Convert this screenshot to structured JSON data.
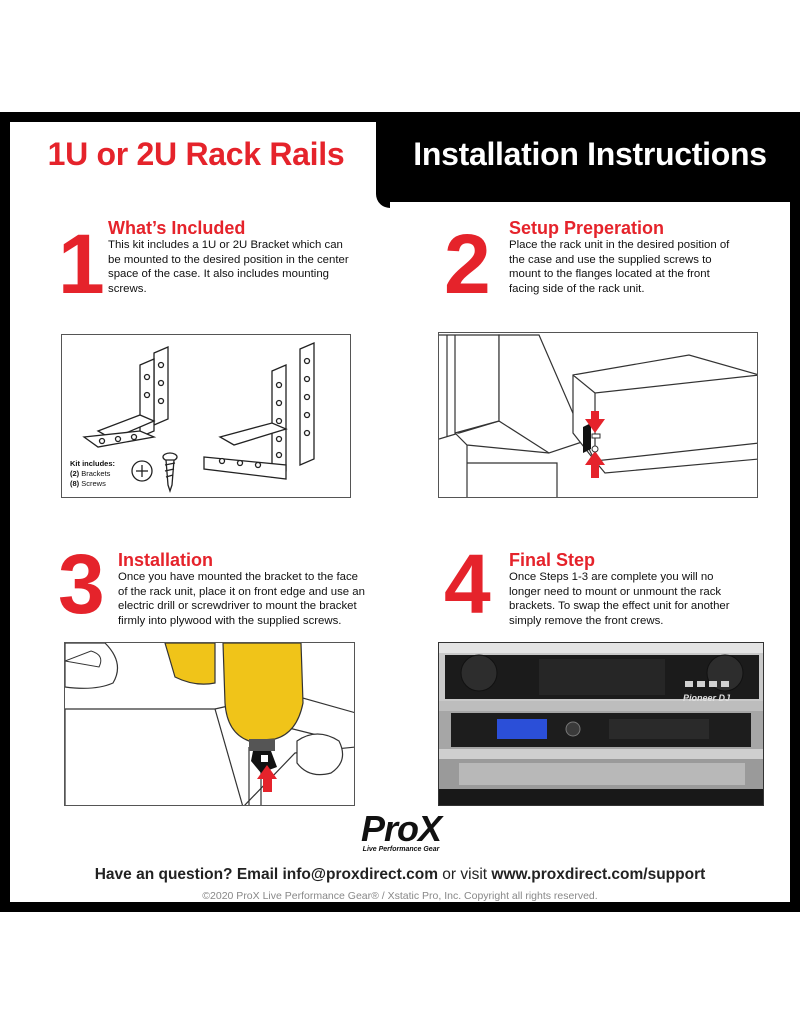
{
  "header": {
    "left_title": "1U or 2U Rack Rails",
    "right_title": "Installation Instructions"
  },
  "steps": [
    {
      "number": "1",
      "heading": "What’s Included",
      "text": "This kit includes a 1U or 2U Bracket which can be mounted to the desired position in the center space of the case. It also includes mounting screws.",
      "figure": {
        "kit_title": "Kit includes:",
        "kit_brackets_count": "(2)",
        "kit_brackets_label": " Brackets",
        "kit_screws_count": "(8)",
        "kit_screws_label": " Screws"
      }
    },
    {
      "number": "2",
      "heading": "Setup Preperation",
      "text": "Place the rack unit in the desired position of the case and use the supplied screws to mount to the flanges located at the front facing side of the rack unit."
    },
    {
      "number": "3",
      "heading": "Installation",
      "text": "Once you have mounted the bracket to the face of the rack unit, place it on front edge and use an electric drill or screwdriver to mount the bracket firmly into plywood with the supplied screws."
    },
    {
      "number": "4",
      "heading": "Final Step",
      "text": "Once Steps 1-3 are complete you will no longer need to mount or unmount the rack brackets. To swap the effect unit for another simply remove the front crews.",
      "figure": {
        "brand_text": "Pioneer DJ"
      }
    }
  ],
  "logo": {
    "brand": "ProX",
    "tagline": "Live Performance Gear"
  },
  "footer": {
    "question_prefix": "Have an question?  Email ",
    "email": "info@proxdirect.com",
    "question_middle": " or visit ",
    "url": "www.proxdirect.com/support",
    "copyright": "©2020 ProX Live Performance Gear® / Xstatic Pro, Inc. Copyright all rights reserved."
  },
  "colors": {
    "accent": "#e5232b",
    "frame": "#000000"
  }
}
